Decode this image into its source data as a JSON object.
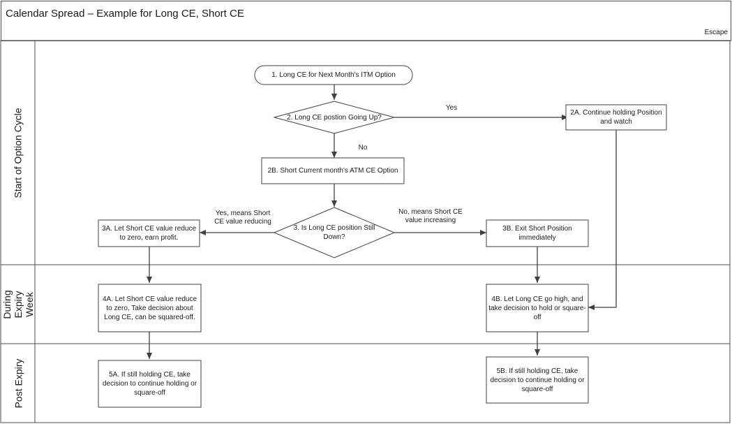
{
  "title": "Calendar Spread – Example for Long CE, Short CE",
  "escape_label": "Escape",
  "lanes": [
    {
      "label": "Start of Option Cycle"
    },
    {
      "label": "During Expiry Week"
    },
    {
      "label": "Post Expiry"
    }
  ],
  "nodes": {
    "n1": "1. Long CE for Next Month's ITM Option",
    "n2": "2. Long CE postion Going Up?",
    "n2a": "2A. Continue holding Position and watch",
    "n2b": "2B. Short Current month's ATM CE Option",
    "n3": "3. Is Long CE position Still Down?",
    "n3a": "3A. Let Short CE value reduce to zero, earn profit.",
    "n3b": "3B. Exit Short Position immediately",
    "n4a": "4A. Let Short CE value reduce to zero, Take decision about Long CE, can be squared-off.",
    "n4b": "4B. Let Long CE go high, and take decision to hold or square-off",
    "n5a": "5A. If still holding CE, take decision to continue holding or square-off",
    "n5b": "5B. If still holding CE, take decision to continue holding or square-off"
  },
  "edges": {
    "yes": "Yes",
    "no": "No",
    "yes_reducing": "Yes, means Short CE value reducing",
    "no_increasing": "No, means Short CE value increasing"
  }
}
